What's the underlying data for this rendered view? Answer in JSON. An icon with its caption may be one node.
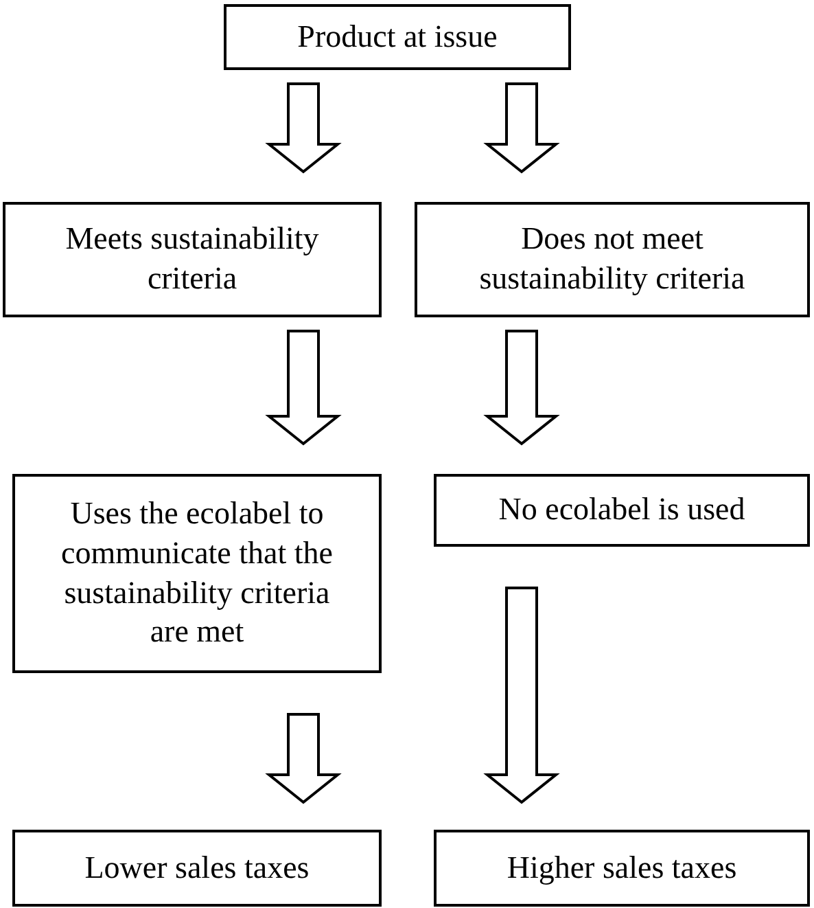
{
  "diagram": {
    "nodes": [
      {
        "text": [
          "Product at issue"
        ]
      },
      {
        "text": [
          "Meets sustainability criteria"
        ]
      },
      {
        "text": [
          "Does not meet sustainability criteria"
        ]
      },
      {
        "text": [
          "Uses the ecolabel to communicate that the sustainability criteria are met"
        ]
      },
      {
        "text": [
          "No ecolabel is used"
        ]
      },
      {
        "text": [
          "Lower sales taxes"
        ]
      },
      {
        "text": [
          "Higher sales taxes"
        ]
      }
    ],
    "edges": [
      {
        "from": 0,
        "to": 1,
        "arrow": "to"
      },
      {
        "from": 0,
        "to": 2,
        "arrow": "to"
      },
      {
        "from": 1,
        "to": 3,
        "arrow": "to"
      },
      {
        "from": 2,
        "to": 4,
        "arrow": "to"
      },
      {
        "from": 3,
        "to": 5,
        "arrow": "to"
      },
      {
        "from": 4,
        "to": 6,
        "arrow": "to"
      }
    ]
  }
}
